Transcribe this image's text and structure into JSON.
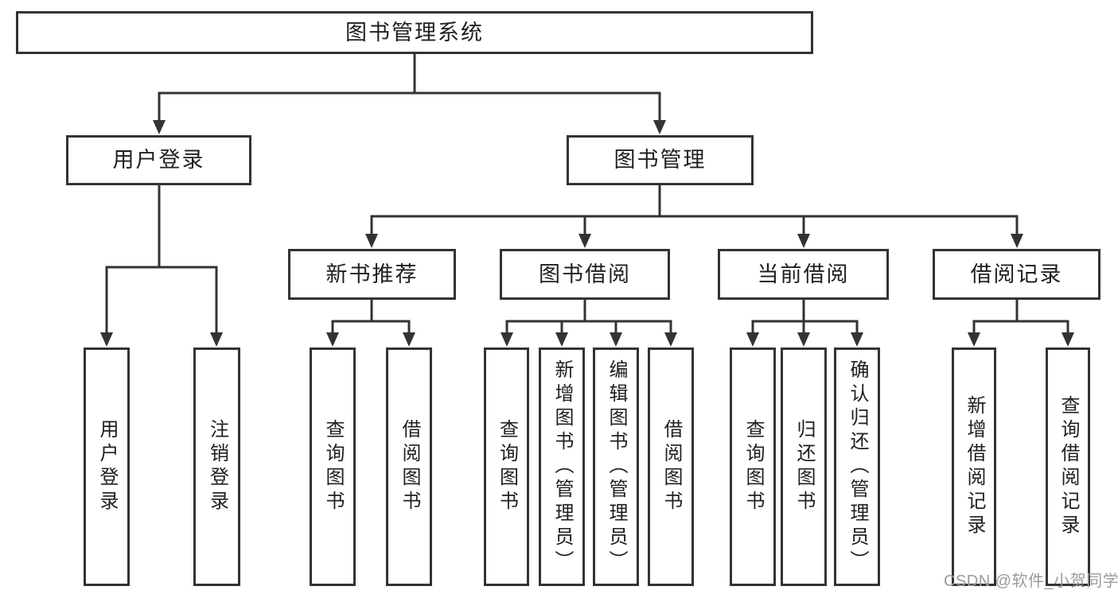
{
  "diagram_type": "hierarchy-tree",
  "colors": {
    "background": "#ffffff",
    "line": "#333333",
    "box_border": "#333333",
    "text": "#1f1f1f",
    "watermark": "#9b9b9b"
  },
  "tree": {
    "root": {
      "label": "图书管理系统",
      "children": [
        {
          "label": "用户登录",
          "children": [
            {
              "label": "用户登录"
            },
            {
              "label": "注销登录"
            }
          ]
        },
        {
          "label": "图书管理",
          "children": [
            {
              "label": "新书推荐",
              "children": [
                {
                  "label": "查询图书"
                },
                {
                  "label": "借阅图书"
                }
              ]
            },
            {
              "label": "图书借阅",
              "children": [
                {
                  "label": "查询图书"
                },
                {
                  "label": "新增图书（管理员）"
                },
                {
                  "label": "编辑图书（管理员）"
                },
                {
                  "label": "借阅图书"
                }
              ]
            },
            {
              "label": "当前借阅",
              "children": [
                {
                  "label": "查询图书"
                },
                {
                  "label": "归还图书"
                },
                {
                  "label": "确认归还（管理员）"
                }
              ]
            },
            {
              "label": "借阅记录",
              "children": [
                {
                  "label": "新增借阅记录"
                },
                {
                  "label": "查询借阅记录"
                }
              ]
            }
          ]
        }
      ]
    }
  },
  "watermark": {
    "text": "CSDN @软件_小贺同学"
  }
}
